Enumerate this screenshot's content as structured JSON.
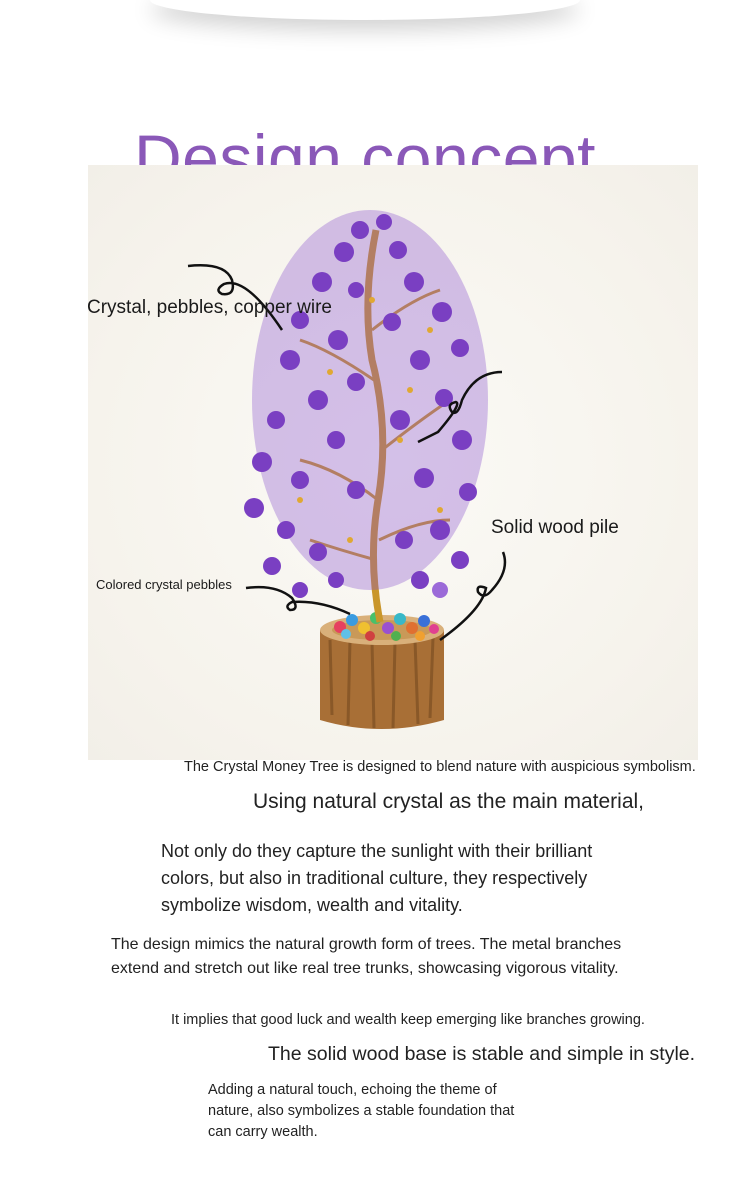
{
  "title": "Design concept",
  "callouts": {
    "crystal": "Crystal, pebbles, copper wire",
    "wood": "Solid wood pile",
    "pebbles": "Colored crystal pebbles"
  },
  "paragraphs": {
    "p1": "The Crystal Money Tree is designed to blend nature with auspicious symbolism.",
    "p2": "Using natural crystal as the main material,",
    "p3": "Not only do they capture the sunlight with their brilliant colors, but also in traditional culture, they respectively symbolize wisdom, wealth and vitality.",
    "p4": "The design mimics the natural growth form of trees. The metal branches extend and stretch out like real tree trunks, showcasing vigorous vitality.",
    "p5": "It implies that good luck and wealth keep emerging like branches growing.",
    "p6": "The solid wood base is stable and simple in style.",
    "p7": "Adding a natural touch, echoing the theme of nature, also symbolizes a stable foundation that can carry wealth."
  },
  "colors": {
    "title": "#8a58b8",
    "crystal": "#7a3fc2",
    "wood": "#b07a3e",
    "wire": "#c9962a"
  }
}
